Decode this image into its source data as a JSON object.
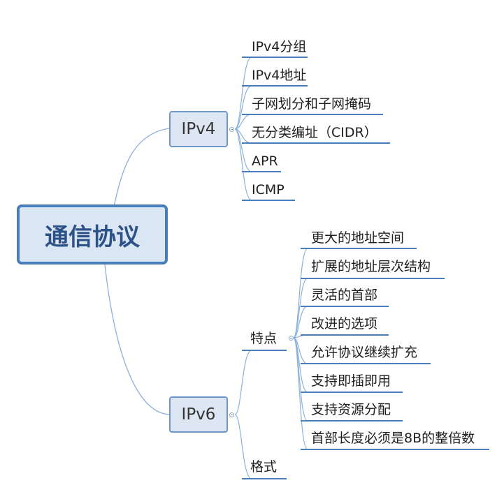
{
  "root": {
    "label": "通信协议"
  },
  "ipv4": {
    "label": "IPv4",
    "items": [
      "IPv4分组",
      "IPv4地址",
      "子网划分和子网掩码",
      "无分类编址（CIDR）",
      "APR",
      "ICMP"
    ]
  },
  "ipv6": {
    "label": "IPv6",
    "features": {
      "label": "特点",
      "items": [
        "更大的地址空间",
        "扩展的地址层次结构",
        "灵活的首部",
        "改进的选项",
        "允许协议继续扩充",
        "支持即插即用",
        "支持资源分配",
        "首部长度必须是8B的整倍数"
      ]
    },
    "format": {
      "label": "格式"
    }
  },
  "colors": {
    "line": "#4a7ebb",
    "curve": "#8cb1dc",
    "node_fill": "#dde7f3",
    "node_border": "#6f97c9"
  },
  "icons": [
    "collapse-toggle-icon"
  ]
}
